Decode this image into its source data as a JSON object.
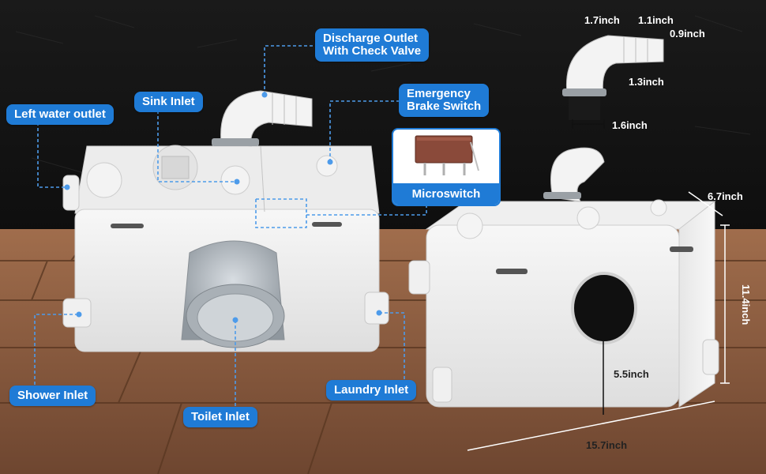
{
  "labels": {
    "discharge_outlet": [
      "Discharge Outlet",
      "With Check Valve"
    ],
    "emergency_brake": [
      "Emergency",
      "Brake Switch"
    ],
    "left_water_outlet": "Left water outlet",
    "sink_inlet": "Sink Inlet",
    "microswitch": "Microswitch",
    "shower_inlet": "Shower Inlet",
    "toilet_inlet": "Toilet Inlet",
    "laundry_inlet": "Laundry Inlet"
  },
  "dimensions": {
    "elbow_top_left": "1.7inch",
    "elbow_top_right": "1.1inch",
    "elbow_end": "0.9inch",
    "elbow_mid": "1.3inch",
    "elbow_base": "1.6inch",
    "depth": "6.7inch",
    "height": "11.4inch",
    "inlet_height": "5.5inch",
    "length": "15.7inch"
  },
  "colors": {
    "callout_blue": "#1f7bd6",
    "wall": "#161616",
    "floor": "#8a5a3c",
    "unit_white": "#f2f2f2"
  }
}
